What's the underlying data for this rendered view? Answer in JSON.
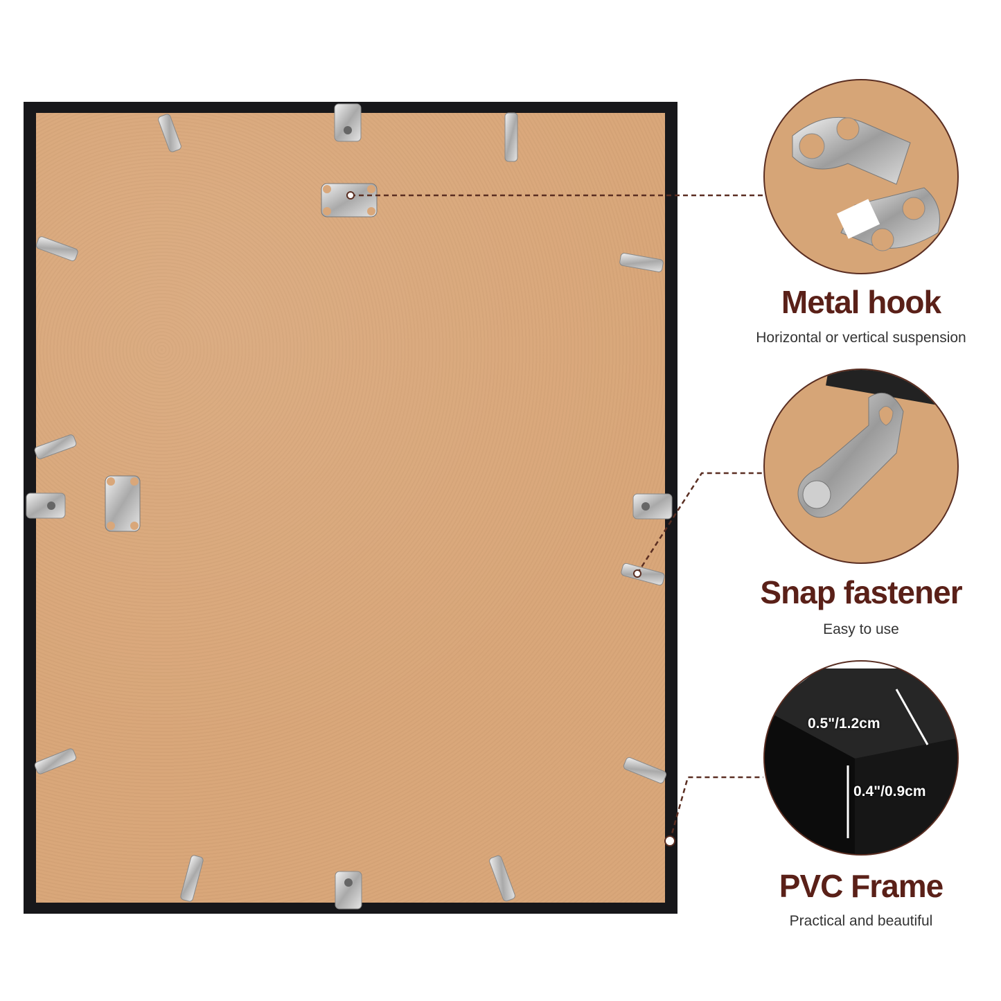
{
  "features": [
    {
      "title": "Metal hook",
      "subtitle": "Horizontal or vertical suspension",
      "icon": "sawtooth-hanger-icon"
    },
    {
      "title": "Snap fastener",
      "subtitle": "Easy to use",
      "icon": "snap-clip-icon"
    },
    {
      "title": "PVC Frame",
      "subtitle": "Practical and beautiful",
      "icon": "frame-corner-icon",
      "dimensions": {
        "width_label": "0.5\"/1.2cm",
        "depth_label": "0.4\"/0.9cm"
      }
    }
  ],
  "colors": {
    "frame": "#17171a",
    "board": "#d9a77a",
    "title": "#5a2018",
    "leader": "#5a2e22"
  }
}
